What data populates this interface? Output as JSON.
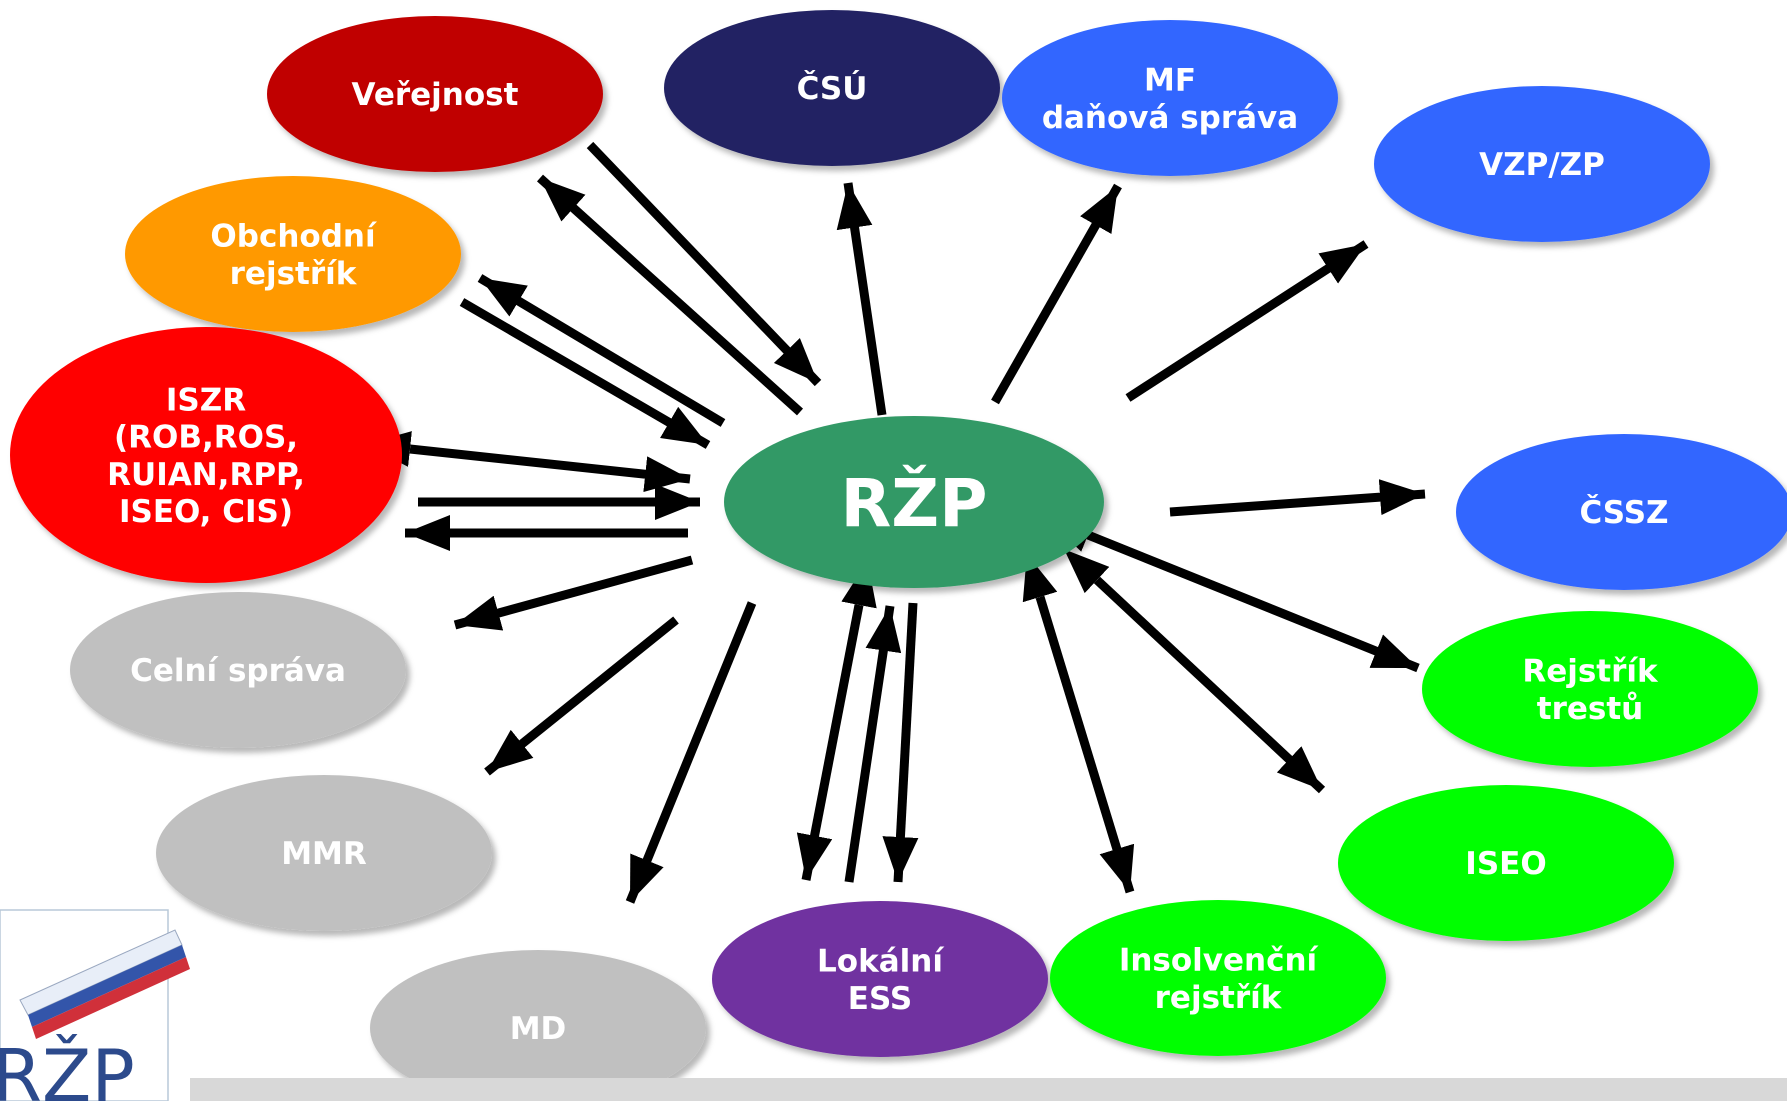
{
  "center": {
    "label": "RŽP",
    "color": "#339966"
  },
  "nodes": [
    {
      "id": "verejnost",
      "lines": [
        "Veřejnost"
      ],
      "color": "#c00000"
    },
    {
      "id": "csu",
      "lines": [
        "ČSÚ"
      ],
      "color": "#232364"
    },
    {
      "id": "mf",
      "lines": [
        "MF",
        "daňová správa"
      ],
      "color": "#3366ff"
    },
    {
      "id": "vzp",
      "lines": [
        "VZP/ZP"
      ],
      "color": "#3366ff"
    },
    {
      "id": "obchodni",
      "lines": [
        "Obchodní",
        "rejstřík"
      ],
      "color": "#ff9900"
    },
    {
      "id": "iszr",
      "lines": [
        "ISZR",
        "(ROB,ROS,",
        "RUIAN,RPP,",
        "ISEO, CIS)"
      ],
      "color": "#ff0000"
    },
    {
      "id": "cssz",
      "lines": [
        "ČSSZ"
      ],
      "color": "#3366ff"
    },
    {
      "id": "celni",
      "lines": [
        "Celní správa"
      ],
      "color": "#c0c0c0"
    },
    {
      "id": "rejstrik-trestu",
      "lines": [
        "Rejstřík",
        "trestů"
      ],
      "color": "#00ff00"
    },
    {
      "id": "mmr",
      "lines": [
        "MMR"
      ],
      "color": "#c0c0c0"
    },
    {
      "id": "iseo",
      "lines": [
        "ISEO"
      ],
      "color": "#00ff00"
    },
    {
      "id": "md",
      "lines": [
        "MD"
      ],
      "color": "#c0c0c0"
    },
    {
      "id": "lokalni-ess",
      "lines": [
        "Lokální",
        "ESS"
      ],
      "color": "#7030a0"
    },
    {
      "id": "insolvencni",
      "lines": [
        "Insolvenční",
        "rejstřík"
      ],
      "color": "#00ff00"
    }
  ],
  "logo": {
    "text": "RŽP"
  }
}
